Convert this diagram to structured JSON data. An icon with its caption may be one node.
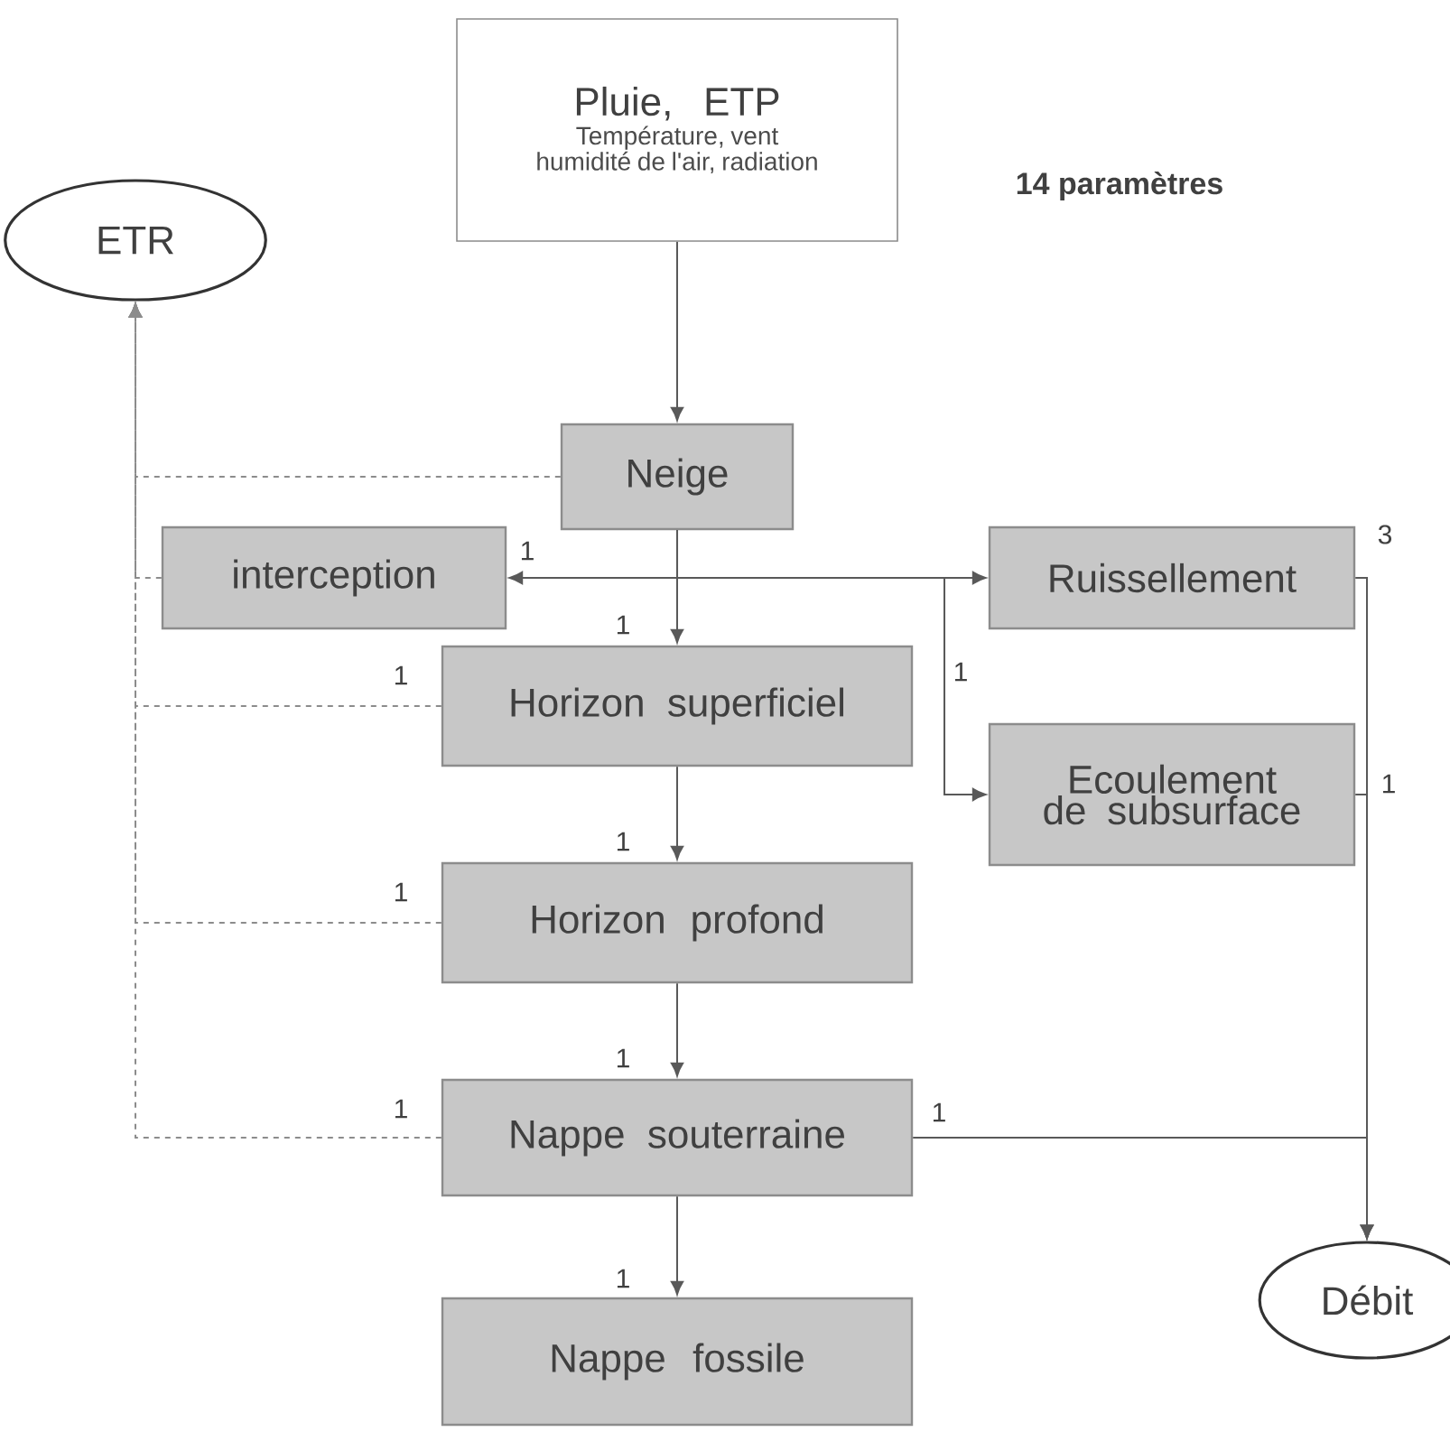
{
  "diagram": {
    "nodes": [
      {
        "text": [
          "Pluie, ETP",
          "Température, vent humidité de l'air, radiation"
        ]
      },
      {
        "text": [
          "ETR"
        ]
      },
      {
        "text": [
          "Neige"
        ]
      },
      {
        "text": [
          "interception"
        ]
      },
      {
        "text": [
          "Ruissellement"
        ]
      },
      {
        "text": [
          "Horizon superficiel"
        ]
      },
      {
        "text": [
          "Ecoulement de subsurface"
        ]
      },
      {
        "text": [
          "Horizon profond"
        ]
      },
      {
        "text": [
          "Nappe souterraine"
        ]
      },
      {
        "text": [
          "Débit"
        ]
      },
      {
        "text": [
          "Nappe fossile"
        ]
      }
    ],
    "edges": [
      {
        "from": 0,
        "to": 2,
        "arrow": "to"
      },
      {
        "from": 2,
        "to": 3,
        "arrow": "to",
        "label": "1"
      },
      {
        "from": 2,
        "to": 4,
        "arrow": "to"
      },
      {
        "from": 2,
        "to": 6,
        "arrow": "to",
        "label": "1"
      },
      {
        "from": 2,
        "to": 5,
        "arrow": "to",
        "label": "1"
      },
      {
        "from": 5,
        "to": 7,
        "arrow": "to",
        "label": "1"
      },
      {
        "from": 7,
        "to": 8,
        "arrow": "to",
        "label": "1"
      },
      {
        "from": 8,
        "to": 10,
        "arrow": "to",
        "label": "1"
      },
      {
        "from": 4,
        "to": 9,
        "arrow": "to",
        "label": "3"
      },
      {
        "from": 6,
        "to": 9,
        "arrow": "to",
        "label": "1"
      },
      {
        "from": 8,
        "to": 9,
        "arrow": "to",
        "label": "1"
      },
      {
        "from": 2,
        "to": 1,
        "arrow": "to",
        "style": "dashed"
      },
      {
        "from": 3,
        "to": 1,
        "arrow": "to",
        "style": "dashed"
      },
      {
        "from": 5,
        "to": 1,
        "arrow": "to",
        "style": "dashed",
        "label": "1"
      },
      {
        "from": 7,
        "to": 1,
        "arrow": "to",
        "style": "dashed",
        "label": "1"
      },
      {
        "from": 8,
        "to": 1,
        "arrow": "to",
        "style": "dashed",
        "label": "1"
      }
    ],
    "labels": [
      "14 paramètres"
    ]
  }
}
